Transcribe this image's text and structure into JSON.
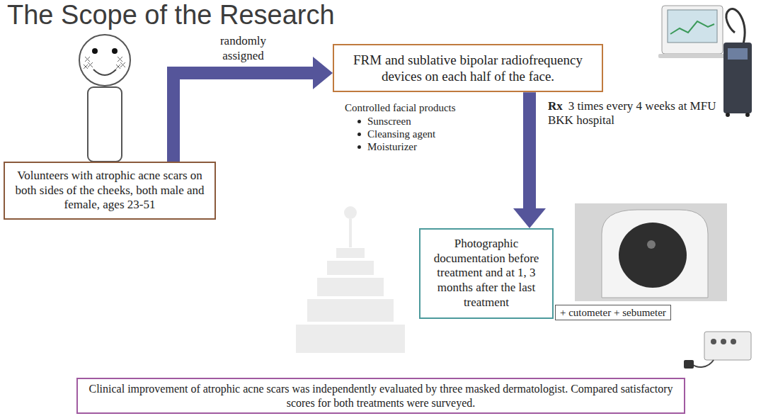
{
  "diagram": {
    "title": "The Scope of the Research",
    "nodes": [
      {
        "text": [
          "Volunteers with atrophic acne scars on both sides of the cheeks, both male and female, ages 23-51"
        ]
      },
      {
        "text": [
          "FRM and sublative bipolar radiofrequency devices on each half of the face."
        ]
      },
      {
        "text": [
          "Photographic documentation before treatment and at 1, 3 months after the last treatment"
        ]
      },
      {
        "text": [
          "+ cutometer + sebumeter"
        ]
      },
      {
        "text": [
          "Clinical improvement of atrophic acne scars was independently evaluated by three masked dermatologist. Compared satisfactory scores for both treatments were surveyed."
        ]
      }
    ],
    "edges": [
      {
        "from": 0,
        "to": 1,
        "label": "randomly assigned",
        "arrow": "to"
      },
      {
        "from": 1,
        "to": 2,
        "arrow": "to"
      }
    ],
    "labels": [
      "Controlled facial products",
      "Sunscreen",
      "Cleansing agent",
      "Moisturizer",
      "Rx",
      "3 times every 4 weeks at MFU BKK hospital"
    ]
  }
}
